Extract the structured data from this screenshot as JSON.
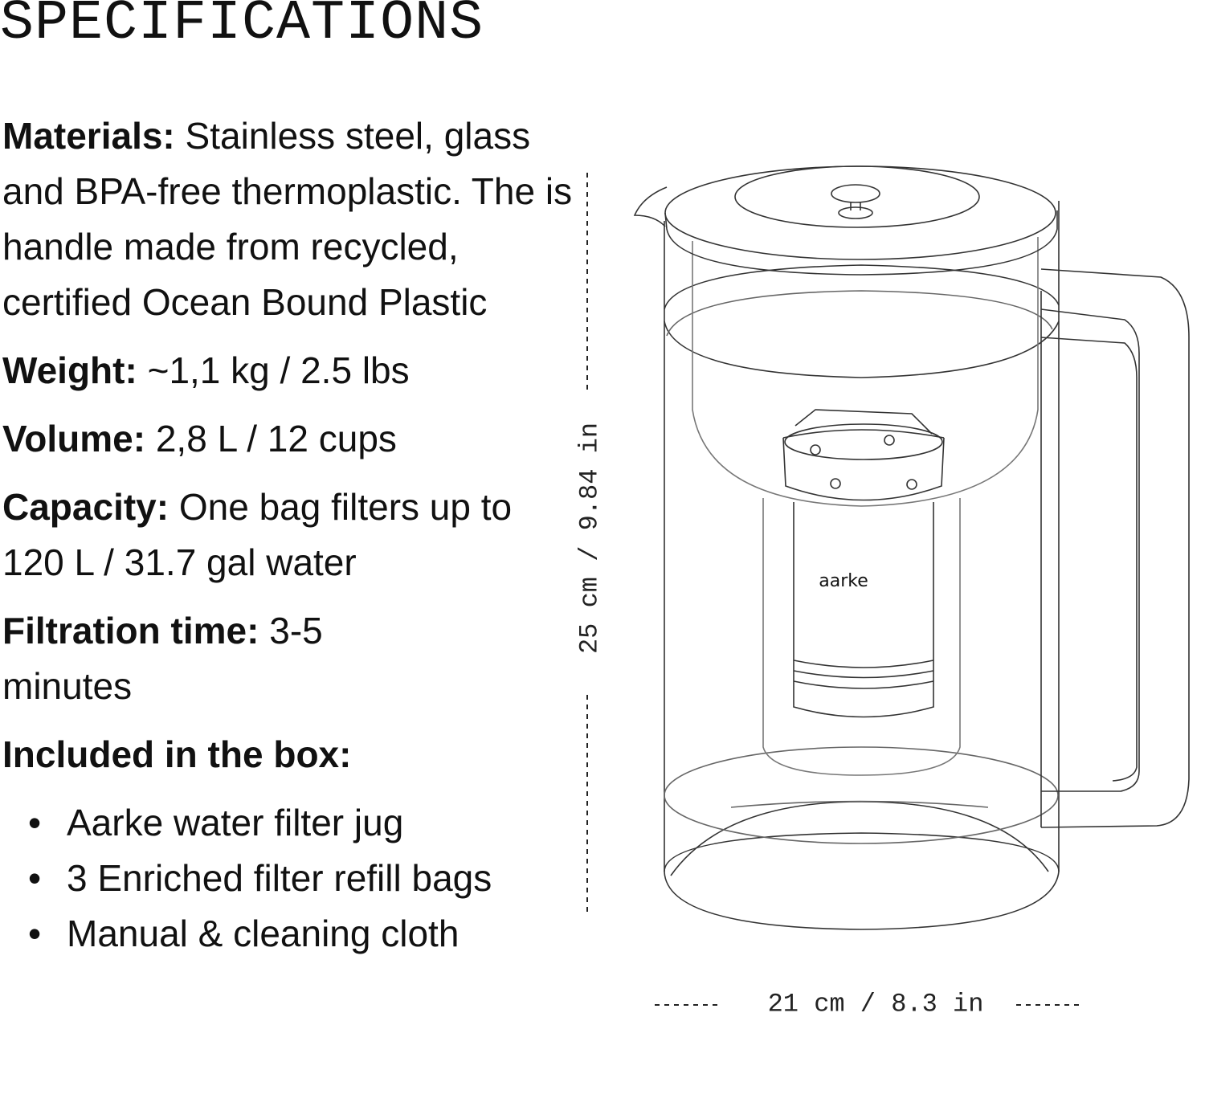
{
  "heading": "SPECIFICATIONS",
  "specs": [
    {
      "label": "Materials:",
      "value": " Stainless steel, glass and BPA-free thermoplastic. The is handle made from recycled, certified Ocean Bound Plastic"
    },
    {
      "label": "Weight:",
      "value": " ~1,1 kg / 2.5 lbs"
    },
    {
      "label": "Volume:",
      "value": " 2,8 L / 12 cups"
    },
    {
      "label": "Capacity:",
      "value": " One bag filters up to 120 L / 31.7 gal water"
    },
    {
      "label": "Filtration time:",
      "value": " 3-5 minutes"
    }
  ],
  "box": {
    "label": "Included in the box:",
    "bullet": "•",
    "items": [
      "Aarke water filter jug",
      "3 Enriched filter refill bags",
      "Manual & cleaning cloth"
    ]
  },
  "dimensions": {
    "height": "25 cm / 9.84 in",
    "width": "21 cm / 8.3 in"
  },
  "illustration": {
    "brand": "aarke"
  }
}
